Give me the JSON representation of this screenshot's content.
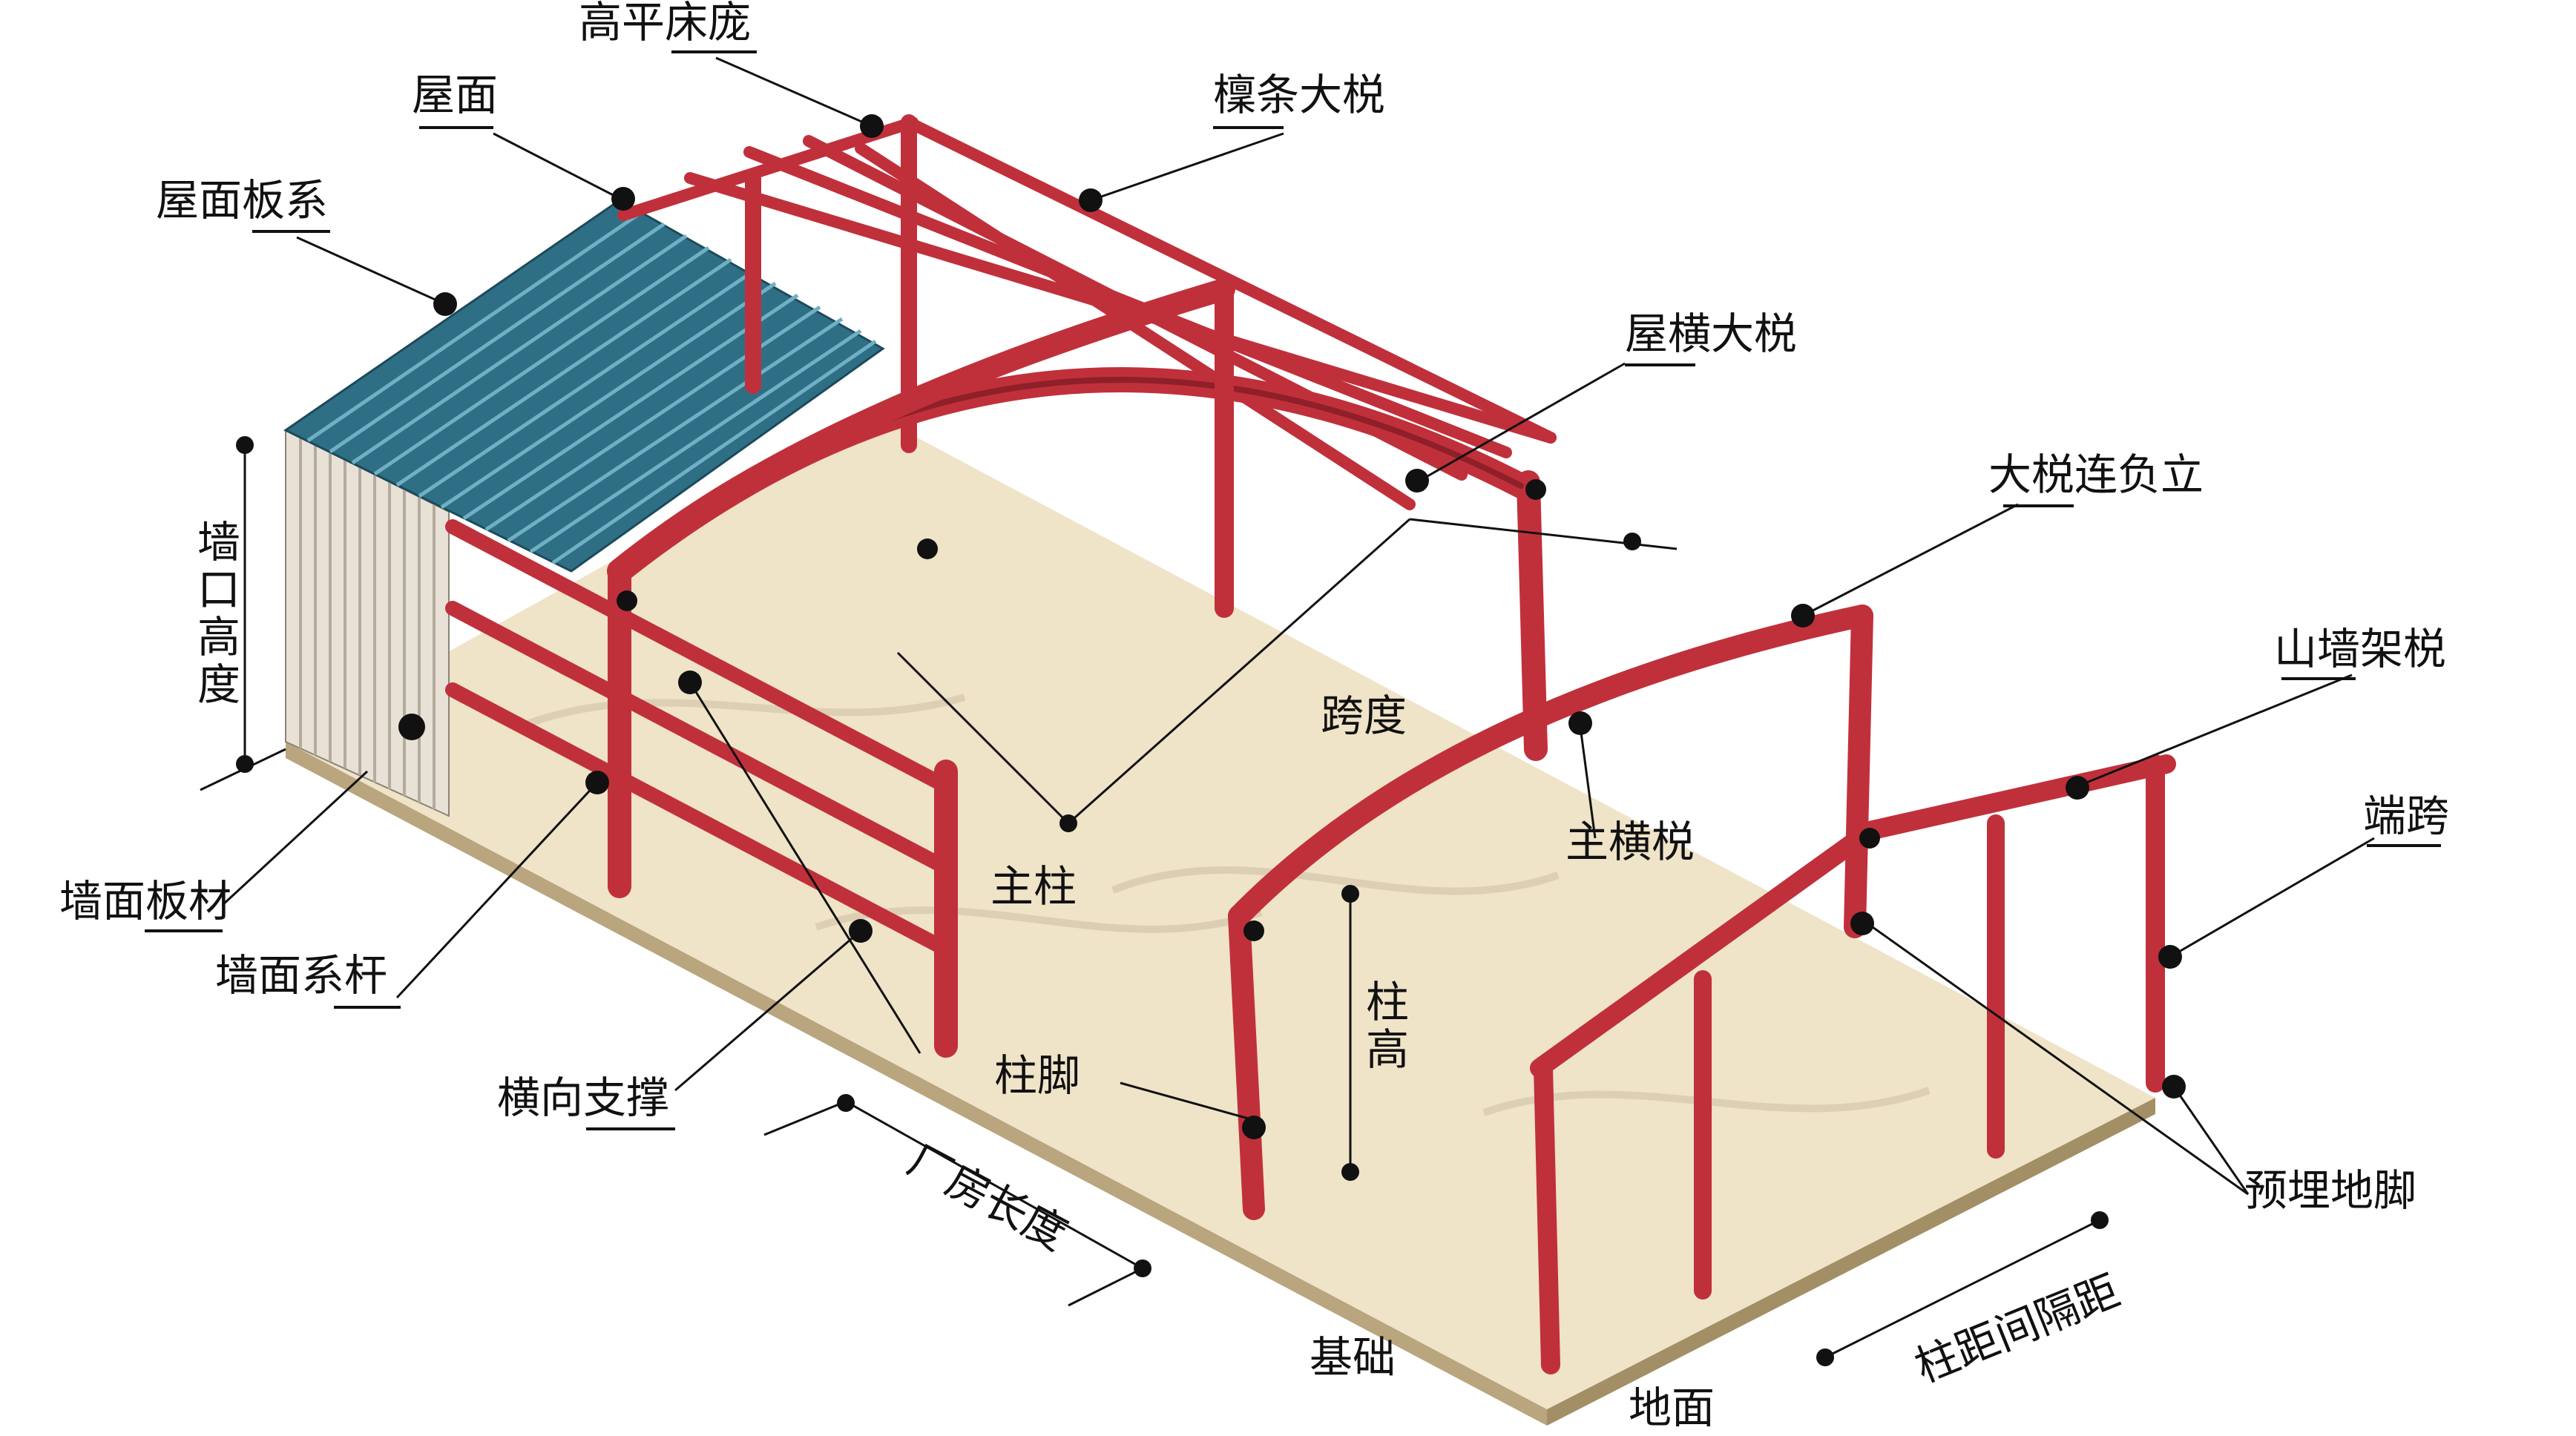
{
  "colors": {
    "steel": "#c0303b",
    "steel_shadow": "#8f1f29",
    "roof_panel": "#2f6f86",
    "wall_panel": "#e8e2d6",
    "floor": "#efe3c8",
    "floor_edge": "#b9a57e"
  },
  "labels": {
    "top_center": "高平床庞",
    "roof_peak": "屋面",
    "roof_panel": "屋面板系",
    "purlin_top": "檁条大棁",
    "ridge_beam": "屋横大棁",
    "frame_connect": "大棁连负立",
    "wall_height": "墙口高度",
    "span_mid": "跨度",
    "rafter": "主横棁",
    "column_top": "主柱",
    "column_height": "柱高",
    "end_frame": "山墙架棁",
    "end_bay": "端跨",
    "wall_panel": "墙面板材",
    "wall_girt": "墙面系杆",
    "bracing": "横向支撑",
    "column_base": "柱脚",
    "length": "厂房长度",
    "foundation": "基础",
    "bay_spacing": "柱距间隔距",
    "anchor_bolt": "预埋地脚",
    "ground": "地面"
  }
}
